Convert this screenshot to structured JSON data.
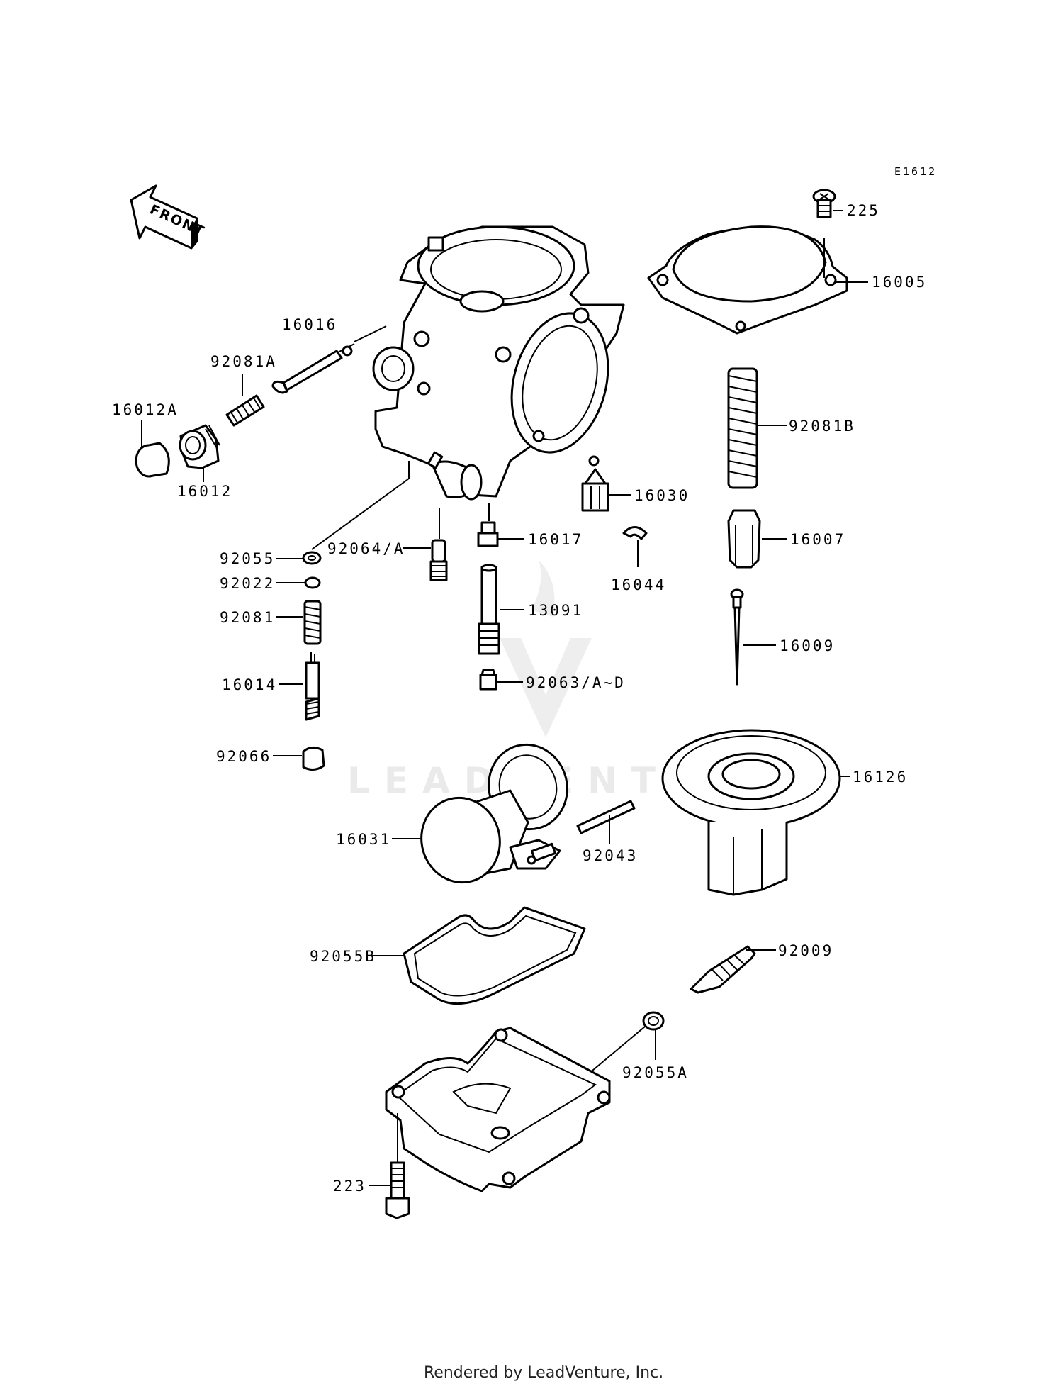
{
  "diagram_code": "E1612",
  "front_label": "FRONT",
  "watermark": "LEADVENTURE",
  "footer": "Rendered by LeadVenture, Inc.",
  "colors": {
    "ink": "#000000",
    "watermark": "#e8e8e8"
  },
  "parts": {
    "p225": "225",
    "p16005": "16005",
    "p16016": "16016",
    "p92081A": "92081A",
    "p16012A": "16012A",
    "p16012": "16012",
    "p92081B": "92081B",
    "p16030": "16030",
    "p92055": "92055",
    "p92064A": "92064/A",
    "p16017": "16017",
    "p16007": "16007",
    "p92022": "92022",
    "p16044": "16044",
    "p92081": "92081",
    "p13091": "13091",
    "p16009": "16009",
    "p16014": "16014",
    "p92063": "92063/A~D",
    "p92066": "92066",
    "p16126": "16126",
    "p16031": "16031",
    "p92043": "92043",
    "p92055B": "92055B",
    "p92009": "92009",
    "p92055A": "92055A",
    "p223": "223"
  }
}
